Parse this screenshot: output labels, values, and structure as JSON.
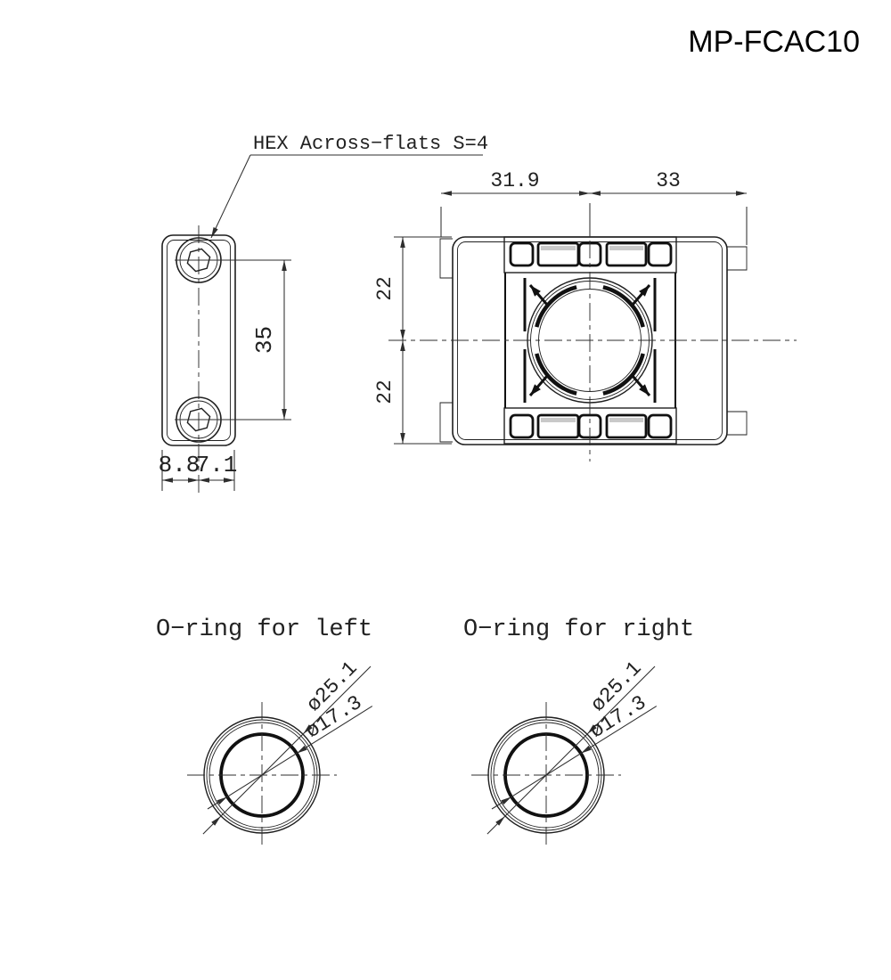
{
  "title": "MP-FCAC10",
  "annotations": {
    "hex_note": "HEX Across−flats S=4"
  },
  "side_view": {
    "dim_hole_spacing": "35",
    "dim_width_left": "8.8",
    "dim_width_right": "7.1"
  },
  "front_view": {
    "dim_top_left": "31.9",
    "dim_top_right": "33",
    "dim_side_upper": "22",
    "dim_side_lower": "22"
  },
  "oring_left": {
    "label": "O−ring for left",
    "outer_diameter": "ø25.1",
    "inner_diameter": "ø17.3"
  },
  "oring_right": {
    "label": "O−ring for right",
    "outer_diameter": "ø25.1",
    "inner_diameter": "ø17.3"
  },
  "colors": {
    "line": "#1f1f1f",
    "dimension": "#2e2e2e",
    "background": "#ffffff"
  }
}
